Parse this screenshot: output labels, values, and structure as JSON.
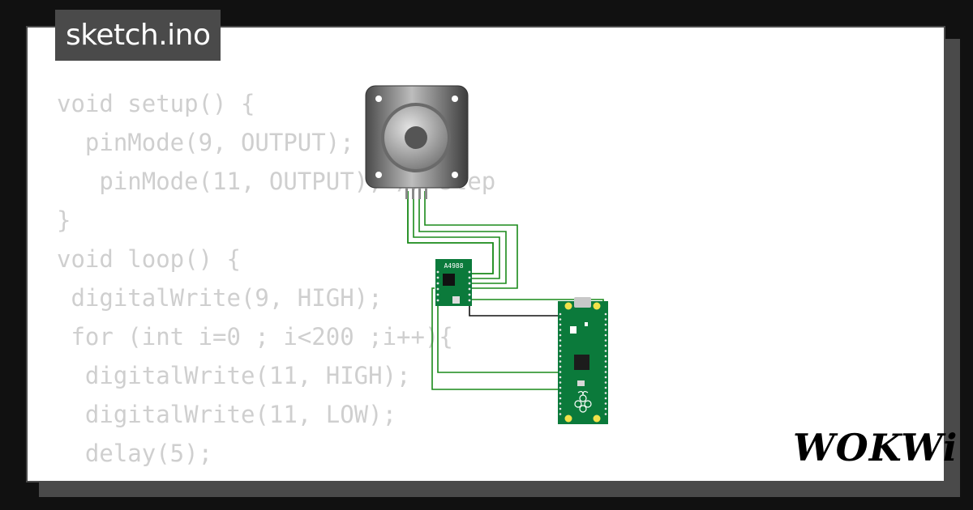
{
  "file": {
    "name": "sketch.ino"
  },
  "code_lines": [
    "void setup() {",
    "  pinMode(9, OUTPUT);",
    "   pinMode(11, OUTPUT); // step",
    "}",
    "void loop() {",
    " digitalWrite(9, HIGH);",
    " for (int i=0 ; i<200 ;i++){",
    "  digitalWrite(11, HIGH);",
    "  digitalWrite(11, LOW);",
    "  delay(5);"
  ],
  "driver": {
    "label": "A4988"
  },
  "brand": {
    "logo": "WOKWi"
  },
  "colors": {
    "background": "#111111",
    "frame": "#4a4a4a",
    "code_text": "#cfcfcf",
    "pcb_green": "#0b7a3b",
    "wire_green": "#1a8a1a"
  }
}
